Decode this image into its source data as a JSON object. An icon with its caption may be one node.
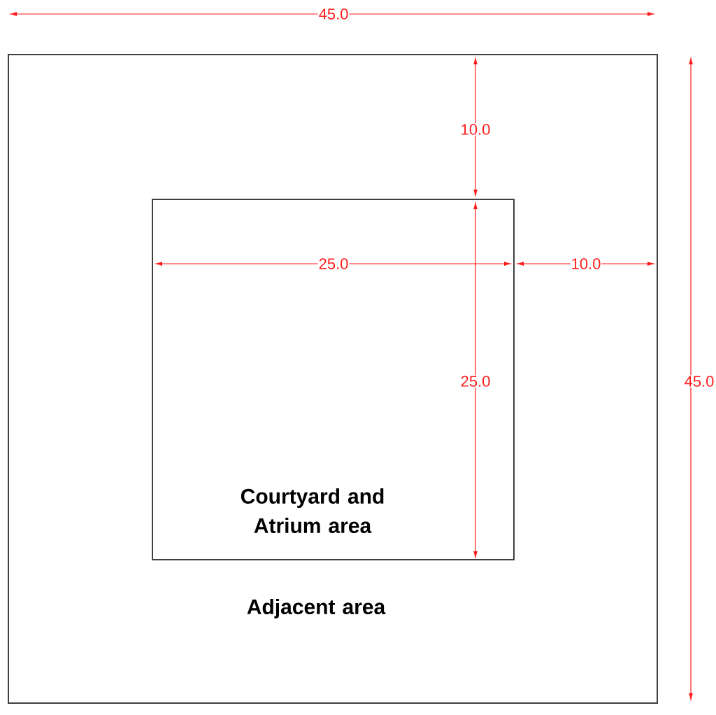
{
  "diagram": {
    "nodes": [
      {
        "text": [
          "Adjacent area"
        ]
      },
      {
        "text": [
          "Courtyard and Atrium area"
        ],
        "in": 0
      }
    ],
    "labels": [
      "45.0",
      "10.0",
      "25.0",
      "10.0",
      "25.0",
      "45.0"
    ]
  }
}
